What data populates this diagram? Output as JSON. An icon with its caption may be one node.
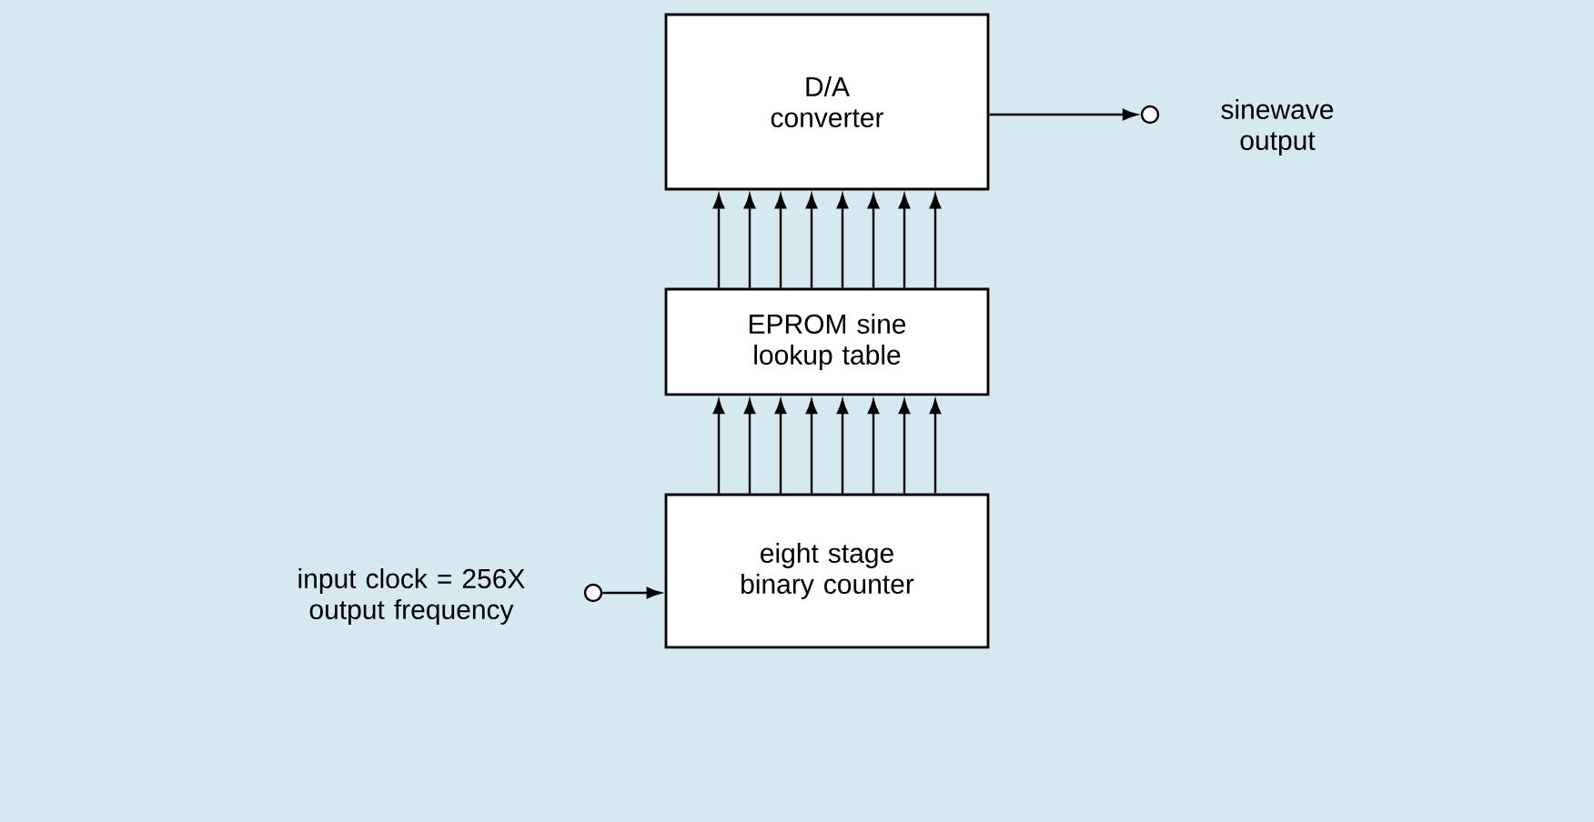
{
  "diagram": {
    "nodes": [
      {
        "text": [
          "D/A converter"
        ]
      },
      {
        "text": [
          "EPROM sine lookup table"
        ]
      },
      {
        "text": [
          "eight stage binary counter"
        ]
      },
      {
        "text": [],
        "shape": "circle",
        "beside": [
          "sinewave output"
        ]
      },
      {
        "text": [],
        "shape": "circle",
        "beside": [
          "input clock = 256X output frequency"
        ]
      }
    ],
    "edges": [
      {
        "from": 1,
        "to": 0,
        "arrow": "to"
      },
      {
        "from": 1,
        "to": 0,
        "arrow": "to"
      },
      {
        "from": 1,
        "to": 0,
        "arrow": "to"
      },
      {
        "from": 1,
        "to": 0,
        "arrow": "to"
      },
      {
        "from": 1,
        "to": 0,
        "arrow": "to"
      },
      {
        "from": 1,
        "to": 0,
        "arrow": "to"
      },
      {
        "from": 1,
        "to": 0,
        "arrow": "to"
      },
      {
        "from": 1,
        "to": 0,
        "arrow": "to"
      },
      {
        "from": 2,
        "to": 1,
        "arrow": "to"
      },
      {
        "from": 2,
        "to": 1,
        "arrow": "to"
      },
      {
        "from": 2,
        "to": 1,
        "arrow": "to"
      },
      {
        "from": 2,
        "to": 1,
        "arrow": "to"
      },
      {
        "from": 2,
        "to": 1,
        "arrow": "to"
      },
      {
        "from": 2,
        "to": 1,
        "arrow": "to"
      },
      {
        "from": 2,
        "to": 1,
        "arrow": "to"
      },
      {
        "from": 2,
        "to": 1,
        "arrow": "to"
      },
      {
        "from": 0,
        "to": 3,
        "arrow": "to"
      },
      {
        "from": 4,
        "to": 2,
        "arrow": "to"
      }
    ]
  }
}
